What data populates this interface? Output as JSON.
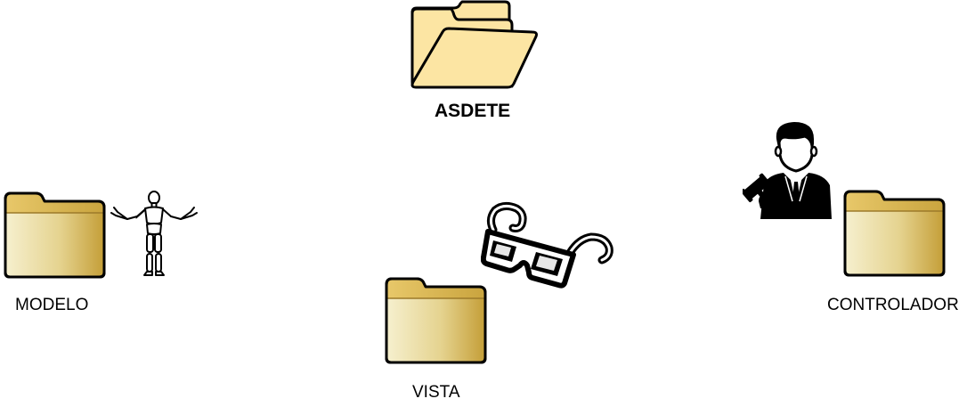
{
  "colors": {
    "folder_open_fill": "#FCE5A3",
    "folder_tab": "#E3C15A",
    "folder_grad_light": "#F4EDC8",
    "folder_grad_dark": "#C9A43E",
    "outline": "#000000"
  },
  "root": {
    "label": "ASDETE",
    "icon": "open-folder-icon"
  },
  "nodes": [
    {
      "key": "modelo",
      "label": "MODELO",
      "folder_icon": "folder-icon",
      "badge_icon": "wooden-mannequin-icon"
    },
    {
      "key": "vista",
      "label": "VISTA",
      "folder_icon": "folder-icon",
      "badge_icon": "3d-glasses-icon"
    },
    {
      "key": "controlador",
      "label": "CONTROLADOR",
      "folder_icon": "folder-icon",
      "badge_icon": "judge-with-gavel-icon"
    }
  ]
}
